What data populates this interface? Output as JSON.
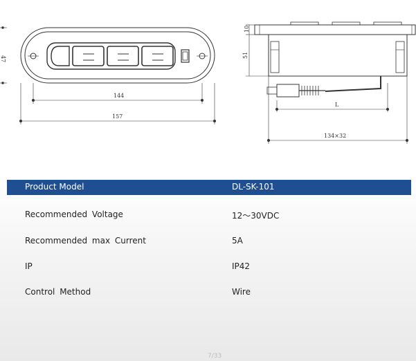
{
  "drawing": {
    "height_label": "47",
    "inner_width_label": "144",
    "outer_width_label": "157",
    "top_thickness_label": "10",
    "depth_label": "51",
    "cable_length_label": "L",
    "cutout_label": "134×32"
  },
  "specs": {
    "header": {
      "label": "Product Model",
      "value": "DL-SK-101"
    },
    "rows": [
      {
        "label": "Recommended  Voltage",
        "value": "12～30VDC"
      },
      {
        "label": "Recommended  max  Current",
        "value": "5A"
      },
      {
        "label": "IP",
        "value": "IP42"
      },
      {
        "label": "Control  Method",
        "value": "Wire"
      }
    ]
  },
  "page": {
    "number": "7/33"
  },
  "colors": {
    "header_bg": "#1f4f91",
    "header_text": "#ffffff",
    "line": "#333333"
  }
}
